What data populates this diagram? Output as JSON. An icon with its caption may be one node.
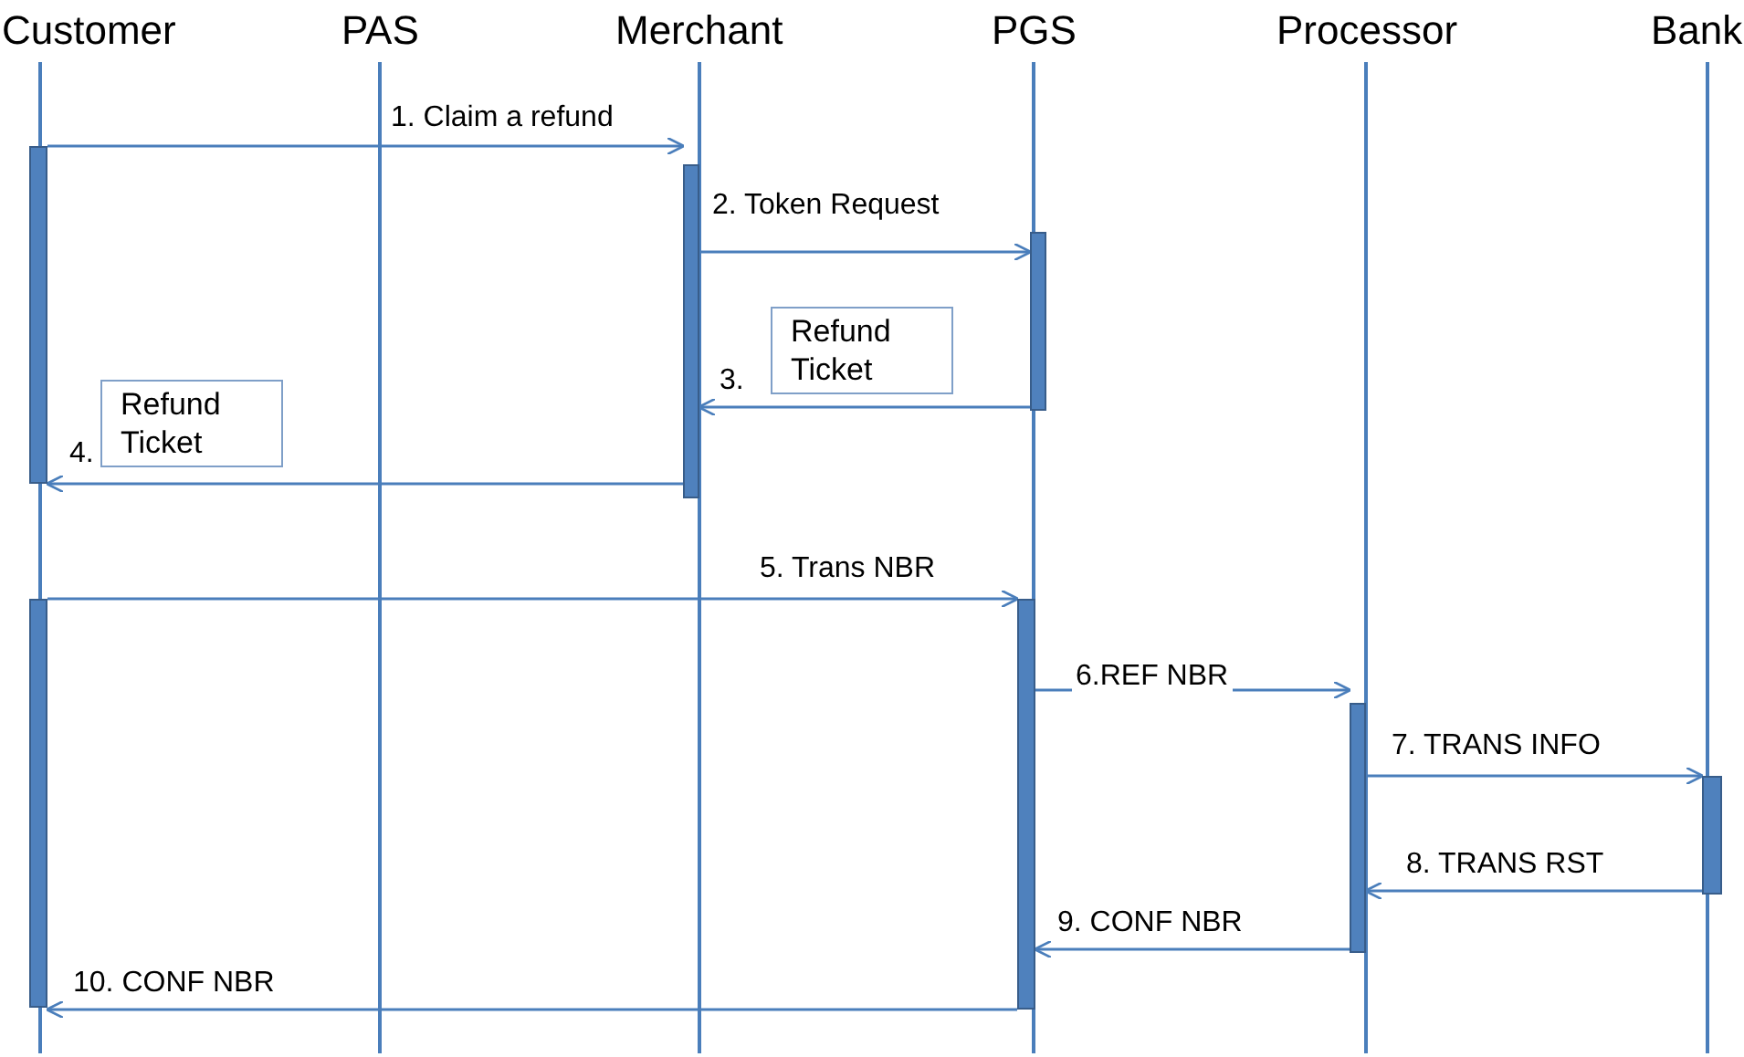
{
  "diagram": {
    "nodes": [
      {
        "text": [
          "Customer"
        ]
      },
      {
        "text": [
          "PAS"
        ]
      },
      {
        "text": [
          "Merchant"
        ]
      },
      {
        "text": [
          "PGS"
        ]
      },
      {
        "text": [
          "Processor"
        ]
      },
      {
        "text": [
          "Bank"
        ]
      },
      {
        "text": [],
        "shape": "bar"
      },
      {
        "text": [],
        "shape": "bar"
      },
      {
        "text": [],
        "shape": "bar"
      },
      {
        "text": [],
        "shape": "bar"
      },
      {
        "text": [],
        "shape": "bar"
      },
      {
        "text": [],
        "shape": "bar"
      },
      {
        "text": [],
        "shape": "bar"
      },
      {
        "text": [
          "Refund Ticket"
        ]
      },
      {
        "text": [
          "Refund Ticket"
        ]
      }
    ],
    "edges": [
      {
        "from": 6,
        "to": 7,
        "arrow": "to",
        "label": "1. Claim a refund"
      },
      {
        "from": 7,
        "to": 8,
        "arrow": "to",
        "label": "2. Token Request"
      },
      {
        "from": 8,
        "to": 7,
        "arrow": "to",
        "label": "3."
      },
      {
        "from": 7,
        "to": 6,
        "arrow": "to",
        "label": "4."
      },
      {
        "from": 9,
        "to": 10,
        "arrow": "to",
        "label": "5. Trans NBR"
      },
      {
        "from": 10,
        "to": 11,
        "arrow": "to",
        "label": "6.REF NBR"
      },
      {
        "from": 11,
        "to": 12,
        "arrow": "to",
        "label": "7. TRANS INFO"
      },
      {
        "from": 12,
        "to": 11,
        "arrow": "to",
        "label": "8. TRANS RST"
      },
      {
        "from": 11,
        "to": 10,
        "arrow": "to",
        "label": "9. CONF NBR"
      },
      {
        "from": 10,
        "to": 9,
        "arrow": "to",
        "label": "10. CONF NBR"
      }
    ]
  }
}
